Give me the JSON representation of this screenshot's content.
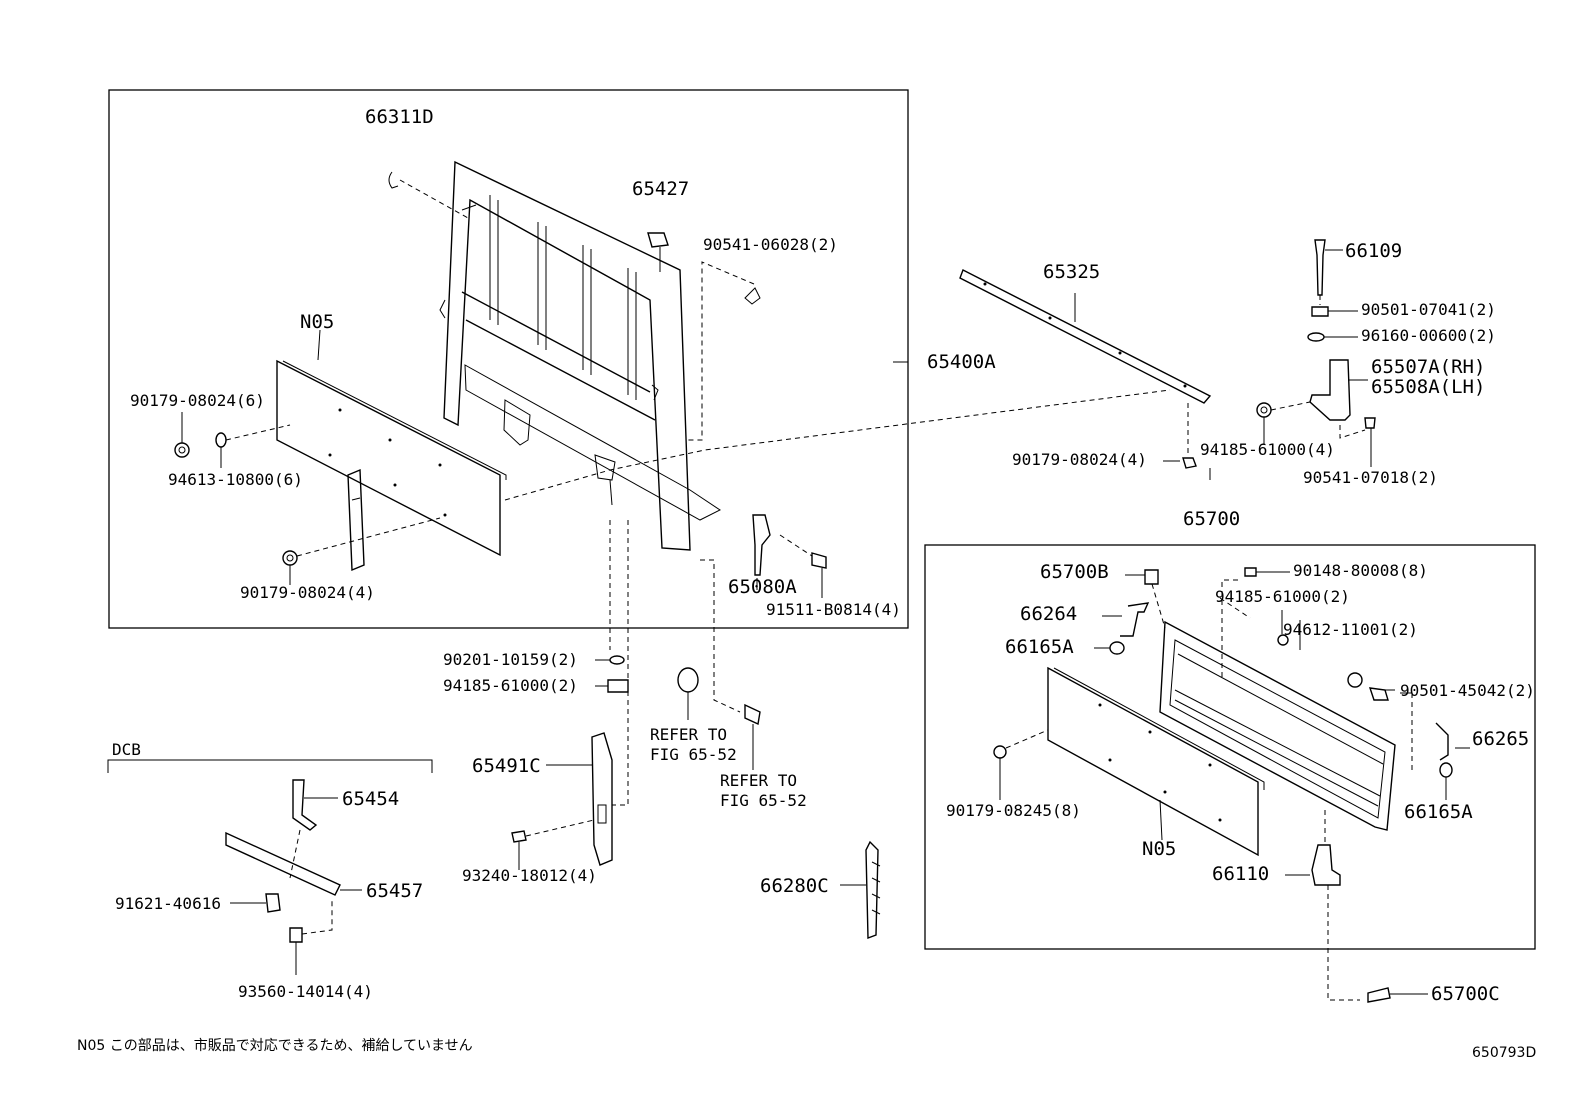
{
  "labels": {
    "p66311D": "66311D",
    "p65427": "65427",
    "p90541_06028": "90541-06028(2)",
    "pN05a": "N05",
    "p90179_08024_6": "90179-08024(6)",
    "p94613": "94613-10800(6)",
    "p90179_08024_4a": "90179-08024(4)",
    "p65400A": "65400A",
    "p65080A": "65080A",
    "p91511": "91511-B0814(4)",
    "p65325": "65325",
    "p66109": "66109",
    "p90501_07041": "90501-07041(2)",
    "p96160": "96160-00600(2)",
    "p65507A": "65507A(RH)",
    "p65508A": "65508A(LH)",
    "p90179_08024_4b": "90179-08024(4)",
    "p94185_4": "94185-61000(4)",
    "p90541_07018": "90541-07018(2)",
    "p65700": "65700",
    "p65700B": "65700B",
    "p90148": "90148-80008(8)",
    "p94185_2b": "94185-61000(2)",
    "p66264": "66264",
    "p94612": "94612-11001(2)",
    "p66165A_a": "66165A",
    "p90501_45042": "90501-45042(2)",
    "p66265": "66265",
    "p66165A_b": "66165A",
    "p90179_08245": "90179-08245(8)",
    "pN05b": "N05",
    "p66110": "66110",
    "p65700C": "65700C",
    "p90201": "90201-10159(2)",
    "p94185_2a": "94185-61000(2)",
    "refer1": "REFER TO",
    "refer1b": "FIG 65-52",
    "refer2": "REFER TO",
    "refer2b": "FIG 65-52",
    "p65491C": "65491C",
    "p93240": "93240-18012(4)",
    "p66280C": "66280C",
    "dcb": "DCB",
    "p65454": "65454",
    "p65457": "65457",
    "p91621": "91621-40616",
    "p93560": "93560-14014(4)"
  },
  "footnote": "N05  この部品は、市販品で対応できるため、補給していません",
  "diagram_code": "650793D"
}
